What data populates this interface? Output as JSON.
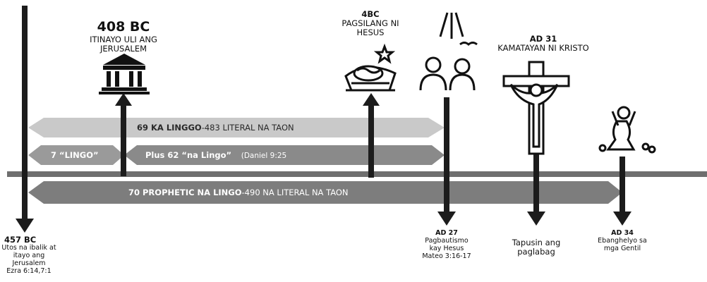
{
  "top_labels": {
    "bc408_year": "408 BC",
    "bc408_line1": "ITINAYO ULI ANG",
    "bc408_line2": "JERUSALEM",
    "bc4_year": "4BC",
    "bc4_line1": "PAGSILANG NI",
    "bc4_line2": "HESUS",
    "ad31_year": "AD 31",
    "ad31_line1": "KAMATAYAN NI KRISTO"
  },
  "bars": {
    "bar69_bold": "69 KA LINGGO",
    "bar69_rest": "-483 LITERAL NA TAON",
    "bar7": "7 “LINGO”",
    "bar62_bold": "Plus 62 “na Lingo”",
    "bar62_ref": "(Daniel 9:25",
    "bar70_bold": "70 PROPHETIC NA LINGO",
    "bar70_rest": "-490 NA LITERAL NA TAON"
  },
  "bottom_labels": {
    "bc457_year": "457 BC",
    "bc457_line1": "Utos na ibalik at",
    "bc457_line2": "itayo ang",
    "bc457_line3": "Jerusalem",
    "bc457_line4": "Ezra 6:14,7:1",
    "ad27_year": "AD 27",
    "ad27_line1": "Pagbautismo",
    "ad27_line2": "kay Hesus",
    "ad27_line3": "Mateo 3:16-17",
    "tapusin_line1": "Tapusin ang",
    "tapusin_line2": "paglabag",
    "ad34_year": "AD 34",
    "ad34_line1": "Ebanghelyo sa",
    "ad34_line2": "mga Gentil"
  },
  "icons": [
    "temple-icon",
    "manger-icon",
    "baptism-icon",
    "crucifixion-icon",
    "kneeling-stoning-icon"
  ],
  "colors": {
    "arrow": "#1c1c1c",
    "timeline": "#6f6f6f",
    "bar_light": "#c9c9c9",
    "bar_mid": "#8e8e8e",
    "bar_dark": "#7d7d7d"
  }
}
